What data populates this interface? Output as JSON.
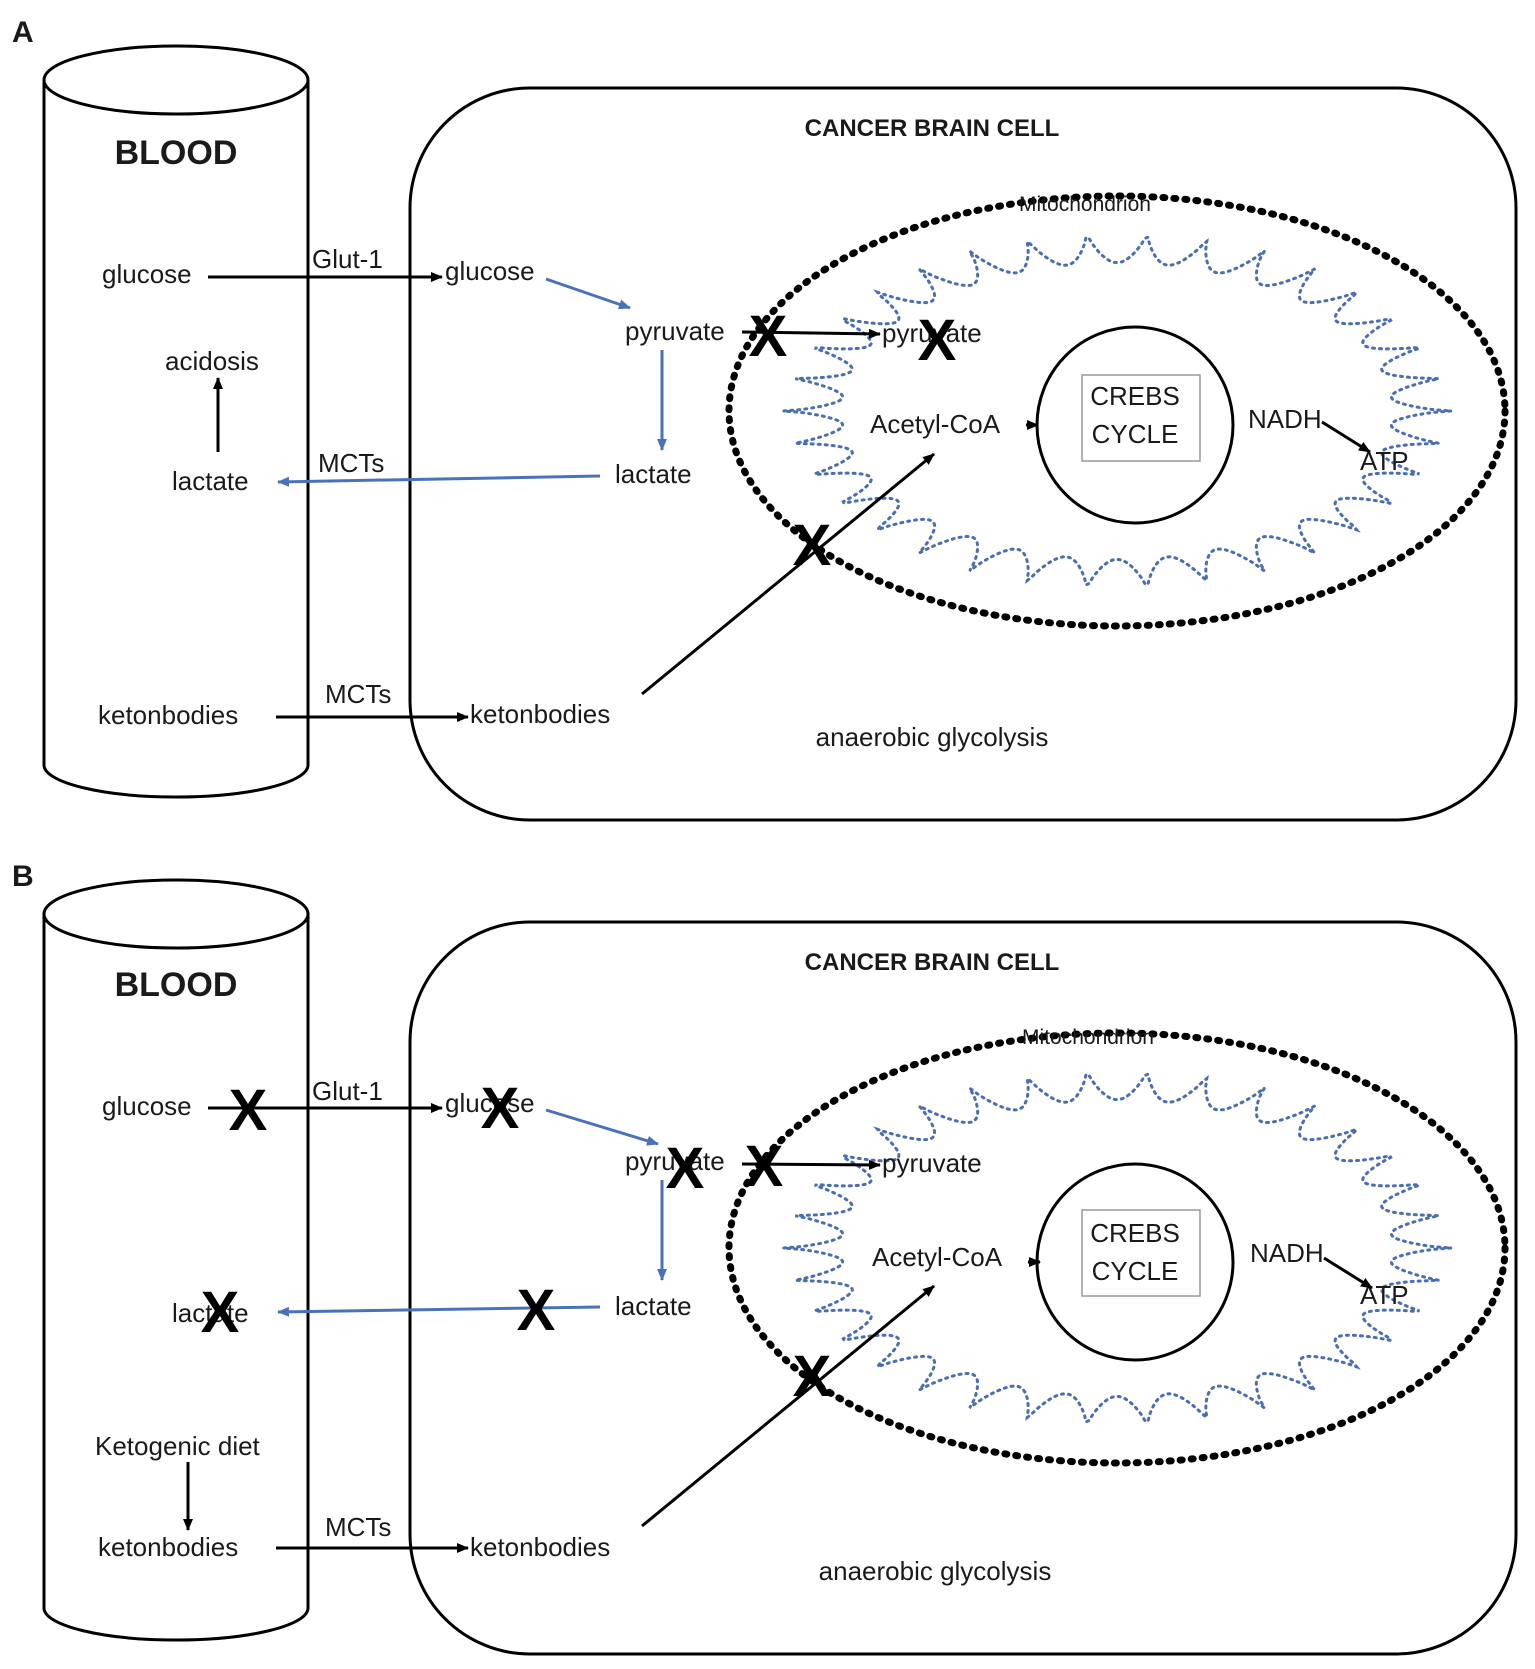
{
  "panel_a": {
    "label": "A",
    "blood_title": "BLOOD",
    "cell_title": "CANCER BRAIN CELL",
    "mitochondrion": "Mitochondrion",
    "blood_glucose": "glucose",
    "acidosis": "acidosis",
    "blood_lactate": "lactate",
    "blood_ketonbodies": "ketonbodies",
    "glut1": "Glut-1",
    "mcts_lactate": "MCTs",
    "mcts_keton": "MCTs",
    "cell_glucose": "glucose",
    "cell_pyruvate": "pyruvate",
    "cell_lactate": "lactate",
    "cell_ketonbodies": "ketonbodies",
    "mito_pyruvate": "pyruvate",
    "acetyl_coa": "Acetyl-CoA",
    "crebs_1": "CREBS",
    "crebs_2": "CYCLE",
    "nadh": "NADH",
    "atp": "ATP",
    "glycolysis": "anaerobic glycolysis",
    "block_mark": "X"
  },
  "panel_b": {
    "label": "B",
    "blood_title": "BLOOD",
    "cell_title": "CANCER BRAIN CELL",
    "mitochondrion": "Mitochondrion",
    "blood_glucose": "glucose",
    "blood_lactate": "lactate",
    "ketogenic_diet": "Ketogenic diet",
    "blood_ketonbodies": "ketonbodies",
    "glut1": "Glut-1",
    "mcts_keton": "MCTs",
    "cell_glucose": "glucose",
    "cell_pyruvate": "pyruvate",
    "cell_lactate": "lactate",
    "cell_ketonbodies": "ketonbodies",
    "mito_pyruvate": "pyruvate",
    "acetyl_coa": "Acetyl-CoA",
    "crebs_1": "CREBS",
    "crebs_2": "CYCLE",
    "nadh": "NADH",
    "atp": "ATP",
    "glycolysis": "anaerobic glycolysis",
    "block_mark": "X"
  },
  "colors": {
    "black_arrow": "#000000",
    "blue_arrow": "#4a72b8",
    "cristae": "#4a6fb0"
  }
}
